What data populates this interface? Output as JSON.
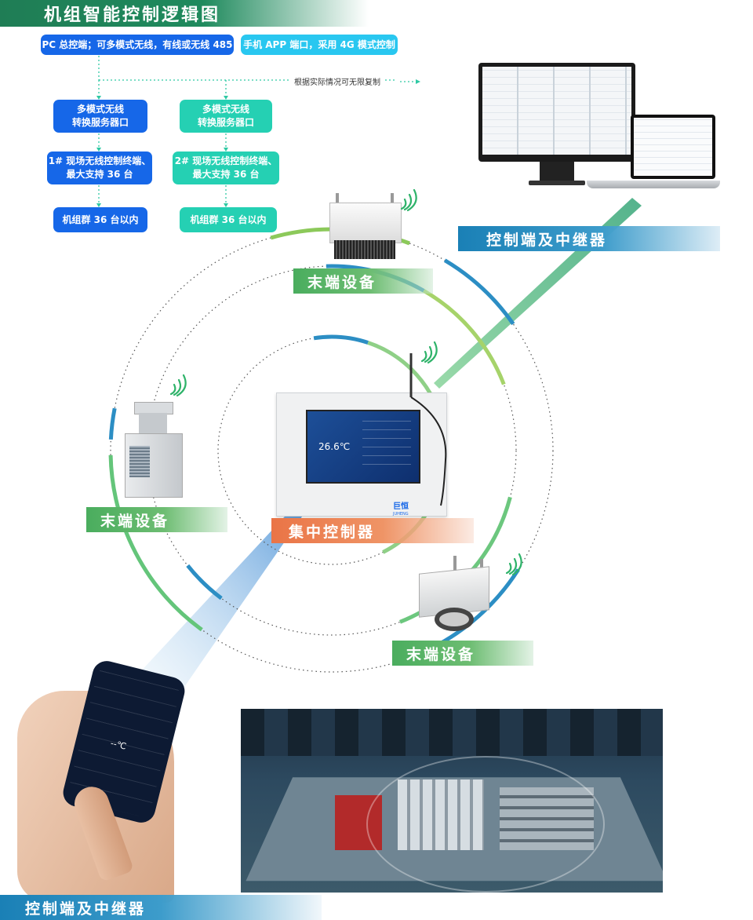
{
  "header": {
    "title": "机组智能控制逻辑图"
  },
  "top_pills": {
    "pc": "PC 总控端；可多模式无线，有线或无线 485",
    "app": "手机 APP 端口，采用 4G 模式控制"
  },
  "note": "根据实际情况可无限复制",
  "columns": [
    {
      "server_line1": "多模式无线",
      "server_line2": "转换服务器口",
      "terminal_line1": "1# 现场无线控制终端、",
      "terminal_line2": "最大支持 36 台",
      "group": "机组群 36 台以内"
    },
    {
      "server_line1": "多模式无线",
      "server_line2": "转换服务器口",
      "terminal_line1": "2# 现场无线控制终端、",
      "terminal_line2": "最大支持 36 台",
      "group": "机组群 36 台以内"
    }
  ],
  "labels": {
    "controller_relay_top": "控制端及中继器",
    "end_device_top": "末端设备",
    "end_device_left": "末端设备",
    "central_controller": "集中控制器",
    "end_device_bottom": "末端设备",
    "controller_relay_bottom": "控制端及中继器"
  },
  "controller_screen": {
    "temperature": "26.6℃",
    "brand": "巨恒",
    "brand_en": "JUHENG"
  },
  "phone_screen": {
    "temperature": "--℃"
  },
  "colors": {
    "header_bg": "#1d8a5a",
    "blue_pill": "#1667e8",
    "teal_pill": "#25d0b3",
    "cyan_pill": "#29c7f0",
    "relay_tag": "#1e8ec4",
    "end_tag": "#4fae5f",
    "central_tag": "#ec7a4c"
  }
}
